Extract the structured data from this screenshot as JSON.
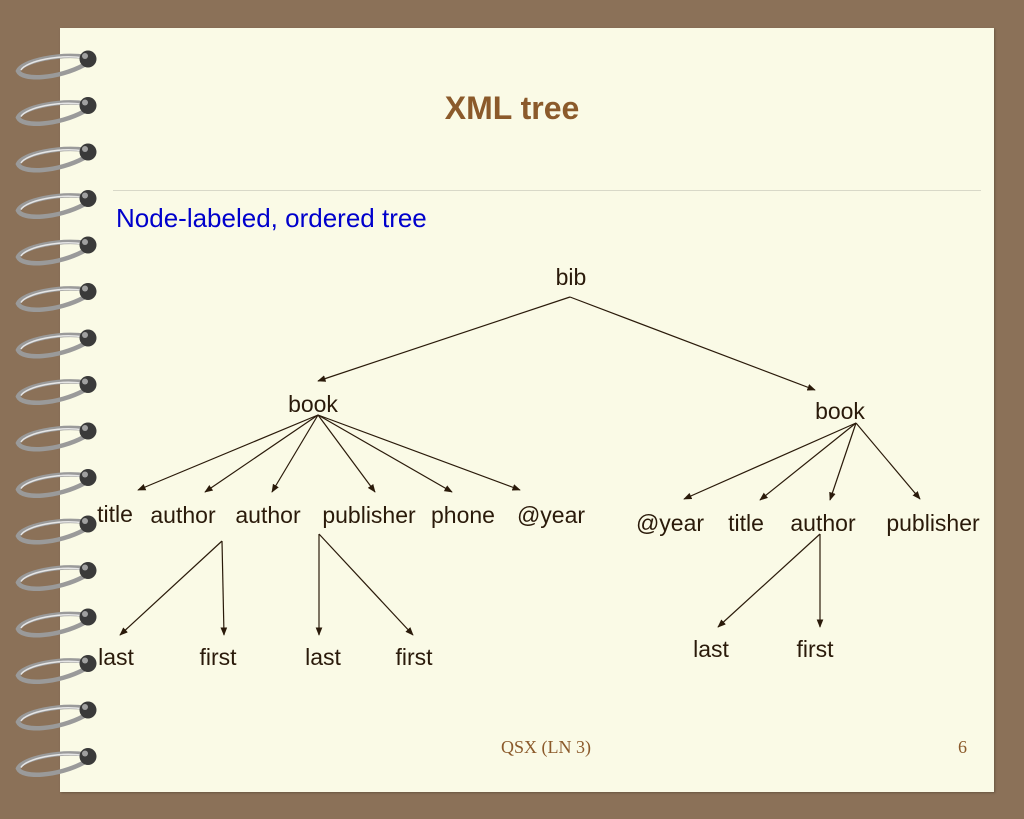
{
  "slide": {
    "title": "XML tree",
    "subtitle_part1": "Node-labeled",
    "subtitle_sep": ", ",
    "subtitle_part2": "ordered tree",
    "footer": "QSX (LN 3)",
    "page_number": "6"
  },
  "tree": {
    "root": "bib",
    "book1": "book",
    "book1_children": [
      "title",
      "author",
      "author",
      "publisher",
      "phone",
      "@year"
    ],
    "book1_author1_children": [
      "last",
      "first"
    ],
    "book1_author2_children": [
      "last",
      "first"
    ],
    "book2": "book",
    "book2_children": [
      "@year",
      "title",
      "author",
      "publisher"
    ],
    "book2_author_children": [
      "last",
      "first"
    ]
  },
  "colors": {
    "background": "#8b7158",
    "slide": "#fafae6",
    "title": "#8b5a2b",
    "subtitle": "#0000cc",
    "tree_ink": "#2a1a0a"
  }
}
